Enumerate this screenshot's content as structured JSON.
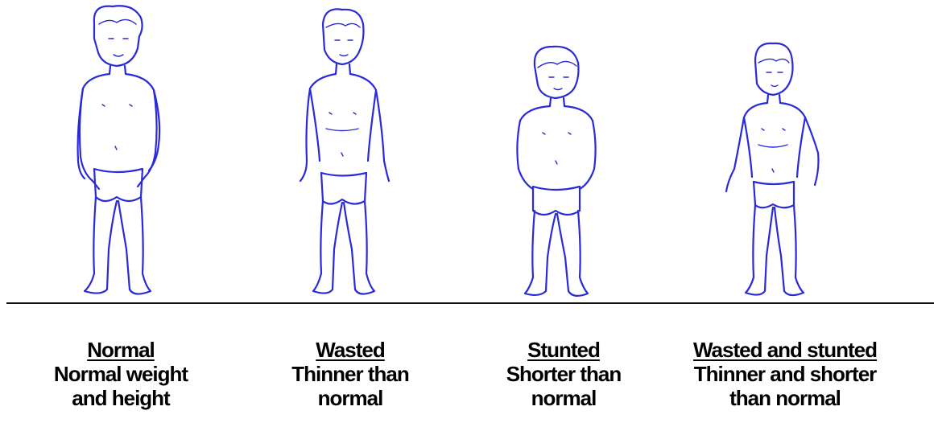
{
  "panels": [
    {
      "heading": "Normal",
      "lines": [
        "Normal weight",
        "and height"
      ]
    },
    {
      "heading": "Wasted",
      "lines": [
        "Thinner than",
        "normal"
      ]
    },
    {
      "heading": "Stunted",
      "lines": [
        "Shorter than",
        "normal"
      ]
    },
    {
      "heading": "Wasted and stunted",
      "lines": [
        "Thinner and shorter",
        "than normal"
      ]
    }
  ],
  "colors": {
    "figure_stroke": "#2a2ad8",
    "ground_line": "#111111",
    "text": "#000000"
  }
}
